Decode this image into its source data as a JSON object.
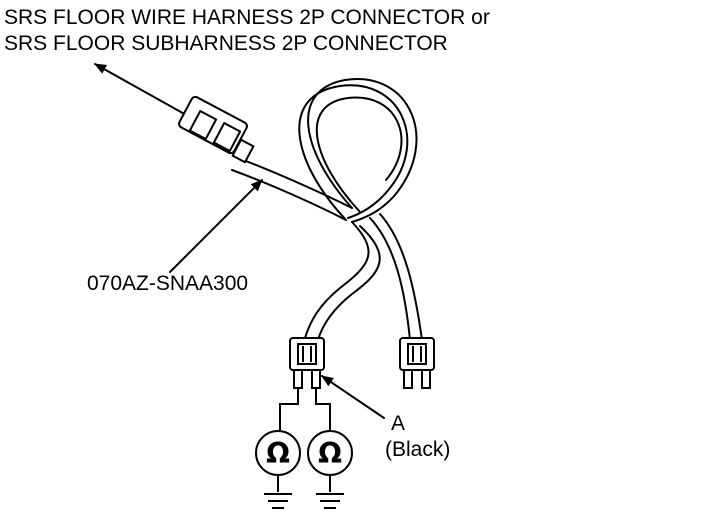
{
  "title": {
    "line1": "SRS FLOOR WIRE HARNESS 2P CONNECTOR or",
    "line2": "SRS FLOOR SUBHARNESS 2P CONNECTOR"
  },
  "part_number": "070AZ-SNAA300",
  "callout_a": {
    "letter": "A",
    "color": "(Black)"
  },
  "meter_symbol": "Ω"
}
